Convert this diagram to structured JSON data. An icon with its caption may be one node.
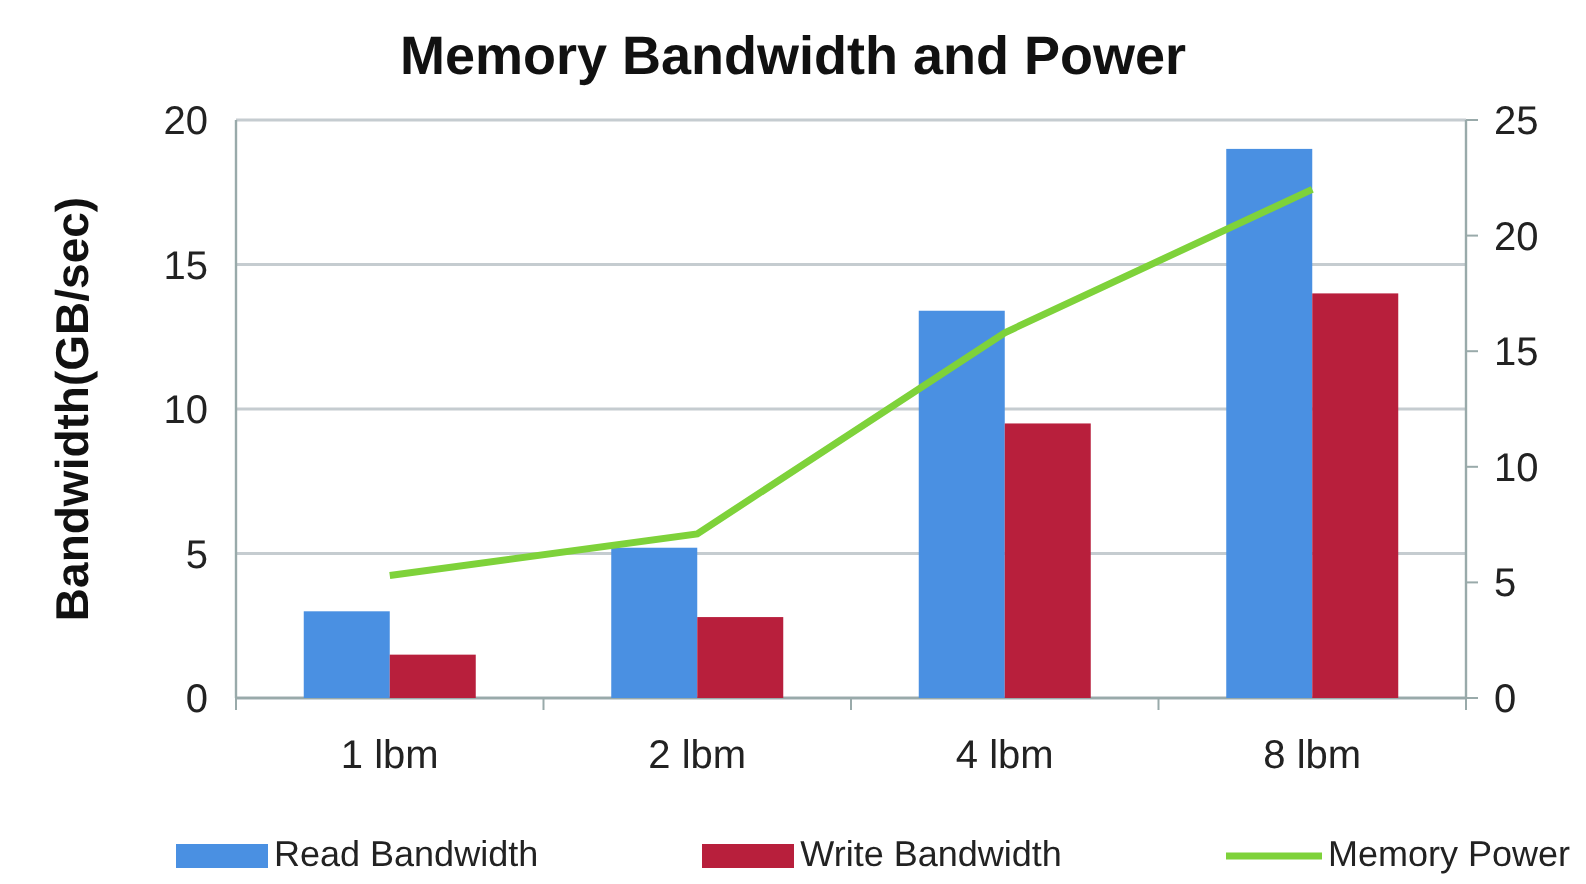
{
  "diagram": {
    "title": "Memory Bandwidth and Power",
    "chart_data": {
      "type": "bar",
      "ylabel": "Bandwidth(GB/sec)",
      "categories": [
        "1 lbm",
        "2 lbm",
        "4 lbm",
        "8 lbm"
      ],
      "ylim": [
        0,
        20
      ],
      "yticks": [
        0,
        5,
        10,
        15,
        20
      ],
      "series": [
        {
          "name": "Read Bandwidth",
          "color": "#4a90e2",
          "type": "bar",
          "values": [
            3,
            5.2,
            13.4,
            19
          ]
        },
        {
          "name": "Write Bandwidth",
          "color": "#b81f3c",
          "type": "bar",
          "values": [
            1.5,
            2.8,
            9.5,
            14
          ]
        },
        {
          "name": "Memory Power",
          "color": "#7ed23a",
          "type": "line",
          "axis": "y2",
          "values": [
            5.3,
            7.1,
            15.8,
            22
          ]
        }
      ],
      "grid": true,
      "y2lim": [
        0,
        25
      ],
      "y2ticks": [
        0,
        5,
        10,
        15,
        20,
        25
      ]
    }
  }
}
